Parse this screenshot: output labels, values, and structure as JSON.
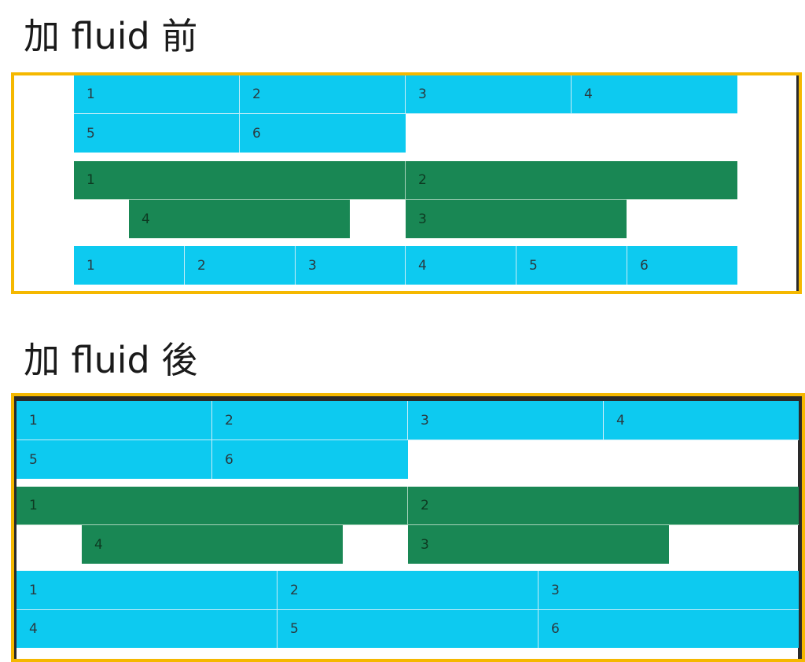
{
  "headings": {
    "before": "加 fluid 前",
    "after": "加 fluid 後"
  },
  "colors": {
    "cyan": "#0dcaf0",
    "green": "#198754",
    "frame_border": "#f5b800"
  },
  "before": {
    "row1": [
      "1",
      "2",
      "3",
      "4"
    ],
    "row2": [
      "5",
      "6"
    ],
    "row3": [
      "1",
      "2"
    ],
    "row4": [
      "4",
      "3"
    ],
    "row5": [
      "1",
      "2",
      "3",
      "4",
      "5",
      "6"
    ]
  },
  "after": {
    "row1": [
      "1",
      "2",
      "3",
      "4"
    ],
    "row2": [
      "5",
      "6"
    ],
    "row3": [
      "1",
      "2"
    ],
    "row4": [
      "4",
      "3"
    ],
    "row5": [
      "1",
      "2",
      "3"
    ],
    "row6": [
      "4",
      "5",
      "6"
    ]
  }
}
